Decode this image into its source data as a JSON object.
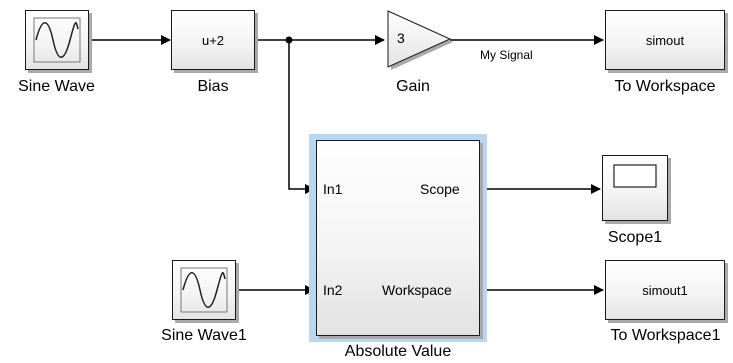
{
  "blocks": {
    "sine_wave": {
      "label": "Sine Wave"
    },
    "bias": {
      "label": "Bias",
      "content": "u+2"
    },
    "gain": {
      "label": "Gain",
      "content": "3"
    },
    "to_workspace": {
      "label": "To Workspace",
      "content": "simout"
    },
    "absolute_value": {
      "label": "Absolute Value",
      "in1": "In1",
      "in2": "In2",
      "out1": "Scope",
      "out2": "Workspace"
    },
    "scope1": {
      "label": "Scope1"
    },
    "sine_wave1": {
      "label": "Sine Wave1"
    },
    "to_workspace1": {
      "label": "To Workspace1",
      "content": "simout1"
    }
  },
  "signals": {
    "gain_out": "My Signal"
  },
  "colors": {
    "selection": "#b9d6f2",
    "line": "#000000",
    "shadow": "#a9a9a9"
  }
}
